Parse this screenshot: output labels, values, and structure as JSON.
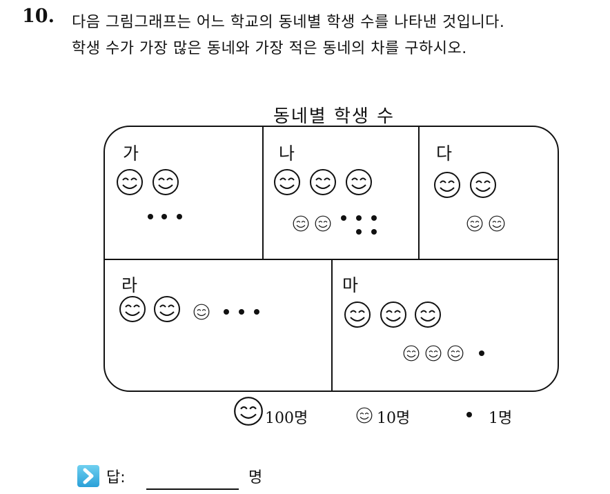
{
  "question": {
    "number": "10.",
    "line1": "다음 그림그래프는 어느 학교의 동네별 학생 수를 나타낸 것입니다.",
    "line2": "학생 수가 가장 많은 동네와 가장 적은 동네의 차를 구하시오."
  },
  "graph": {
    "title": "동네별 학생 수",
    "neighborhoods": [
      {
        "label": "가",
        "hundreds": 2,
        "tens": 0,
        "ones": 3
      },
      {
        "label": "나",
        "hundreds": 3,
        "tens": 2,
        "ones": 5
      },
      {
        "label": "다",
        "hundreds": 2,
        "tens": 2,
        "ones": 0
      },
      {
        "label": "라",
        "hundreds": 2,
        "tens": 1,
        "ones": 3
      },
      {
        "label": "마",
        "hundreds": 3,
        "tens": 3,
        "ones": 1
      }
    ]
  },
  "legend": {
    "big": "100명",
    "small": "10명",
    "dot": "1명"
  },
  "answer": {
    "label": "답:",
    "unit": "명",
    "value": ""
  }
}
